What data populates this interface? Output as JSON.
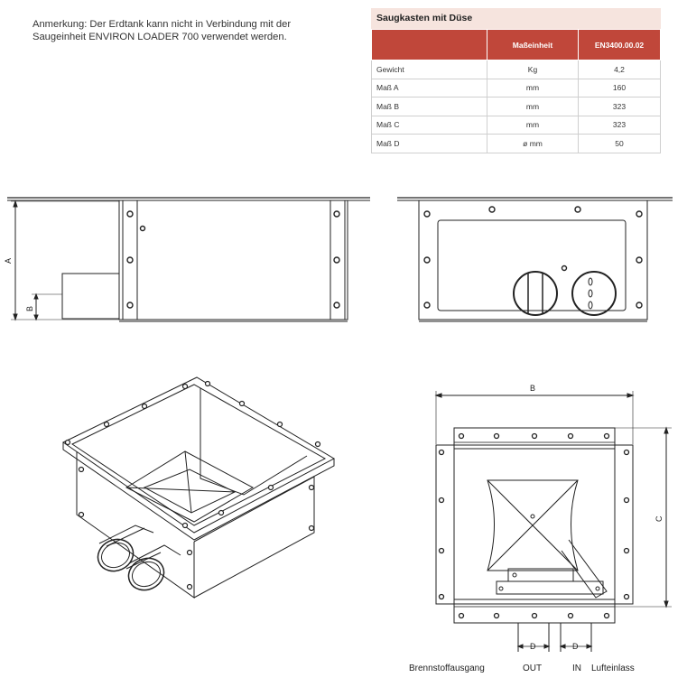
{
  "note": "Anmerkung: Der Erdtank kann nicht in Verbindung mit der Saugeinheit ENVIRON LOADER 700 verwendet werden.",
  "table": {
    "title": "Saugkasten mit Düse",
    "headers": [
      "",
      "Maßeinheit",
      "EN3400.00.02"
    ],
    "rows": [
      [
        "Gewicht",
        "Kg",
        "4,2"
      ],
      [
        "Maß A",
        "mm",
        "160"
      ],
      [
        "Maß B",
        "mm",
        "323"
      ],
      [
        "Maß C",
        "mm",
        "323"
      ],
      [
        "Maß D",
        "ø mm",
        "50"
      ]
    ]
  },
  "dims": {
    "a": "A",
    "b": "B",
    "c": "C",
    "d1": "D",
    "d2": "D",
    "b_side": "B"
  },
  "captions": {
    "fuel_outlet": "Brennstoffausgang",
    "out": "OUT",
    "in": "IN",
    "air_inlet": "Lufteinlass"
  },
  "colors": {
    "header_bg": "#c0473a",
    "title_bg": "#f6e4de"
  }
}
